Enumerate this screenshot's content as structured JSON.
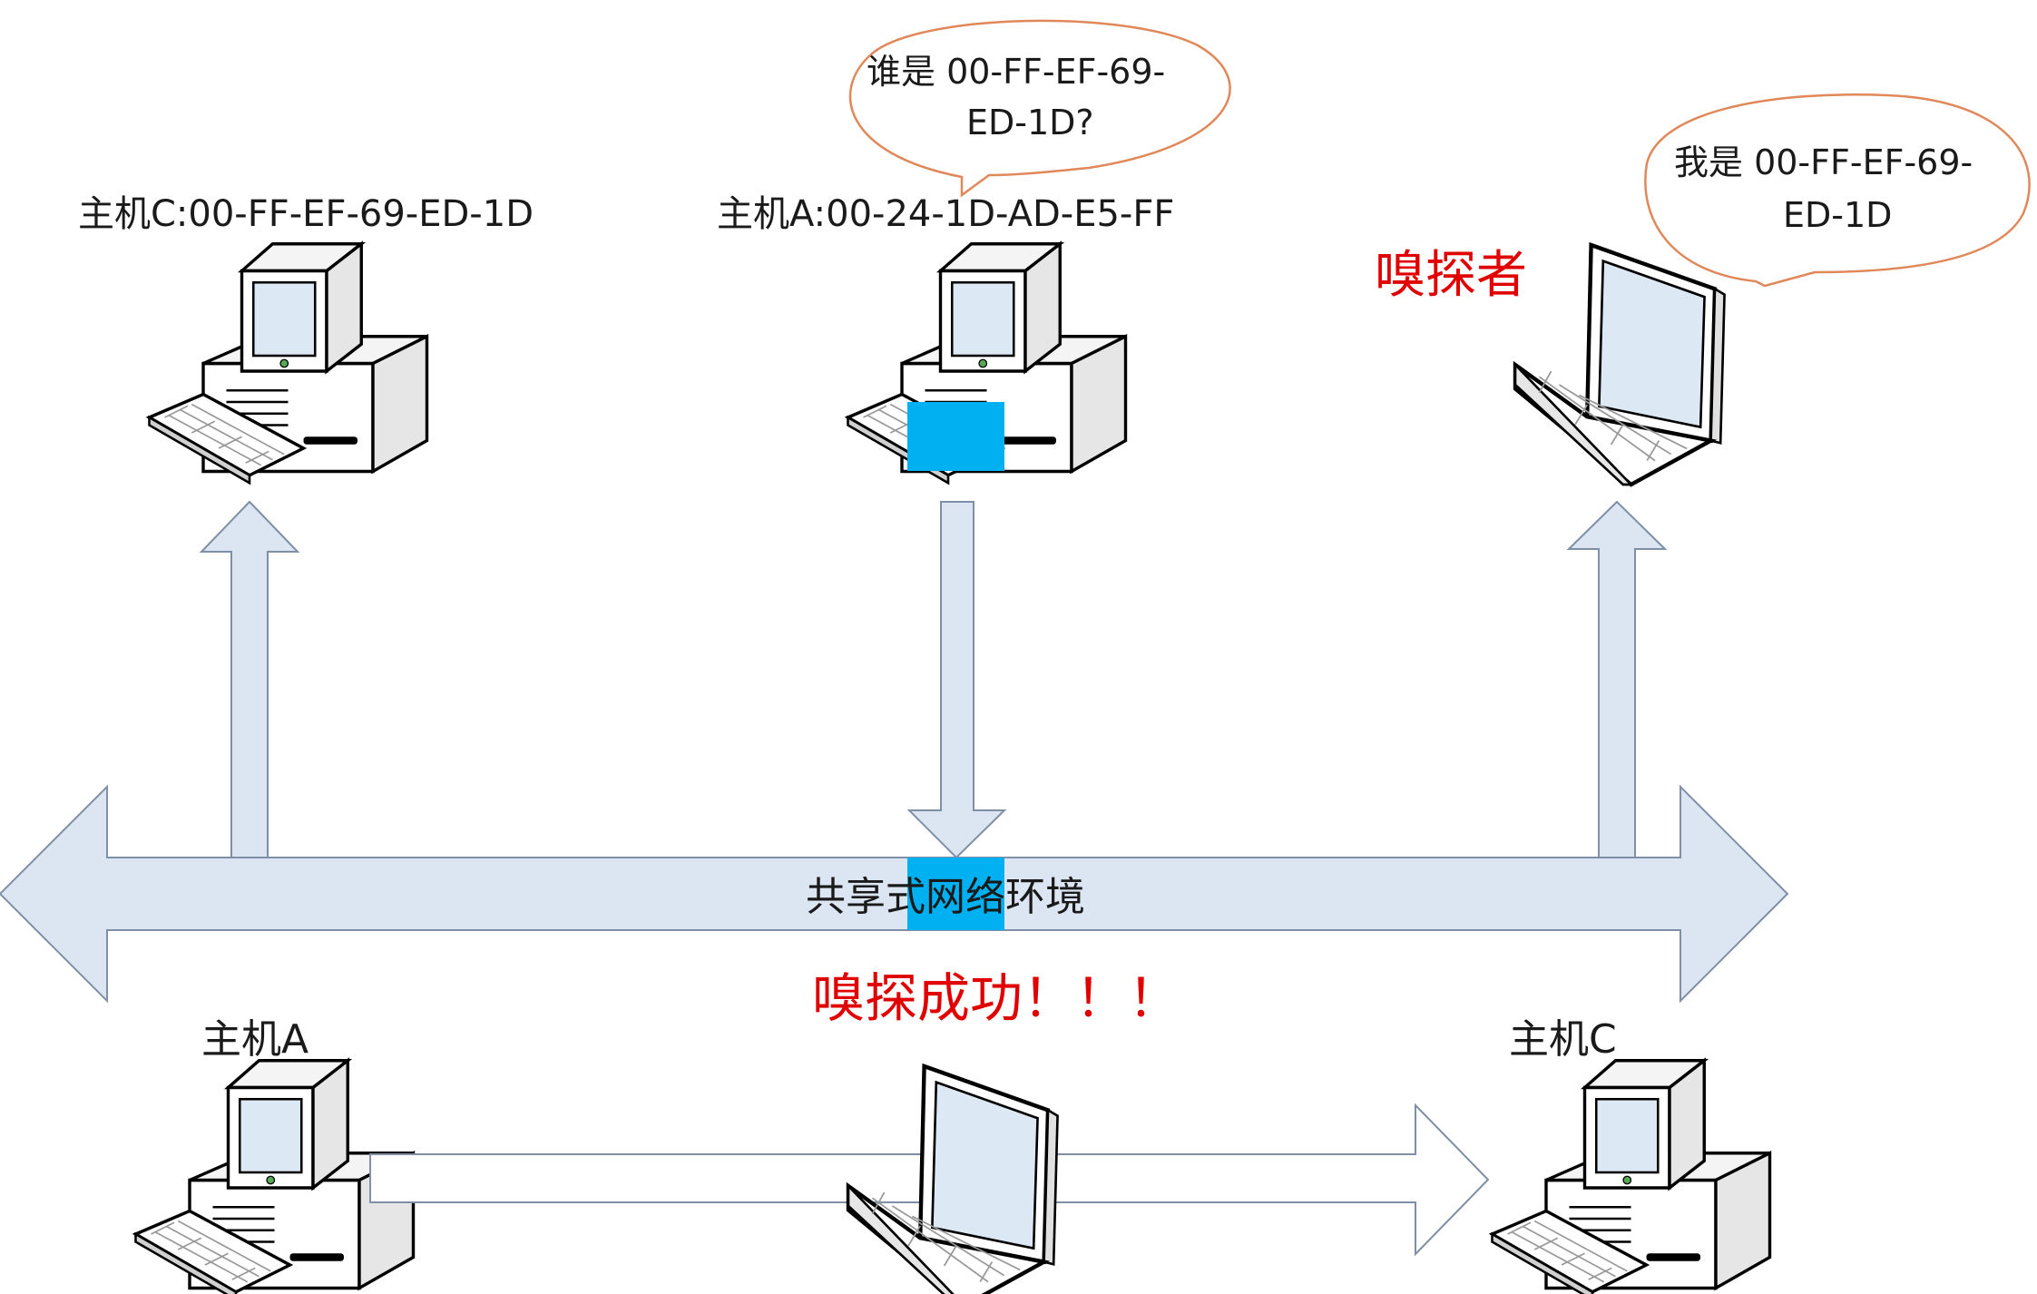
{
  "labels": {
    "host_c_top": "主机C:00-FF-EF-69-ED-1D",
    "host_a_top": "主机A:00-24-1D-AD-E5-FF",
    "sniffer": "嗅探者",
    "network": "共享式网络环境",
    "sniff_success": "嗅探成功！！！",
    "host_a_bottom": "主机A",
    "host_c_bottom": "主机C"
  },
  "bubbles": {
    "query_line1": "谁是 00-FF-EF-69-",
    "query_line2": "ED-1D?",
    "reply_line1": "我是 00-FF-EF-69-",
    "reply_line2": "ED-1D"
  },
  "colors": {
    "arrow_fill": "#dce6f2",
    "arrow_stroke": "#7f8fa6",
    "highlight": "#00b0f0",
    "bubble_stroke": "#e0885a",
    "alert_red": "#e00000"
  },
  "icons": [
    "desktop-computer-icon",
    "laptop-computer-icon"
  ]
}
